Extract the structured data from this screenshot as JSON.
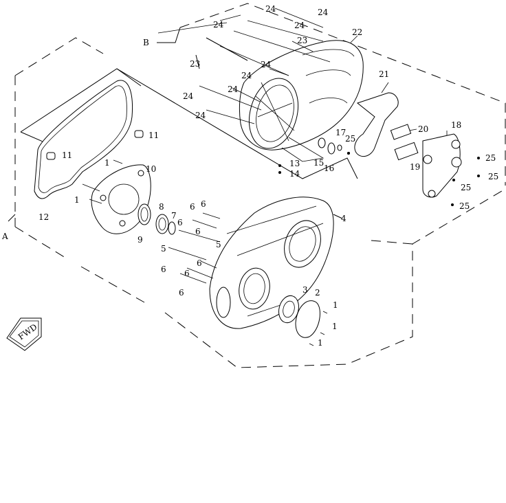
{
  "diagram": {
    "callouts": [
      "1",
      "2",
      "3",
      "4",
      "5",
      "6",
      "7",
      "8",
      "9",
      "10",
      "11",
      "12",
      "13",
      "14",
      "15",
      "16",
      "17",
      "18",
      "19",
      "20",
      "21",
      "22",
      "23",
      "24",
      "25"
    ],
    "section_letters": [
      "A",
      "B"
    ],
    "direction_label": "FWD"
  }
}
